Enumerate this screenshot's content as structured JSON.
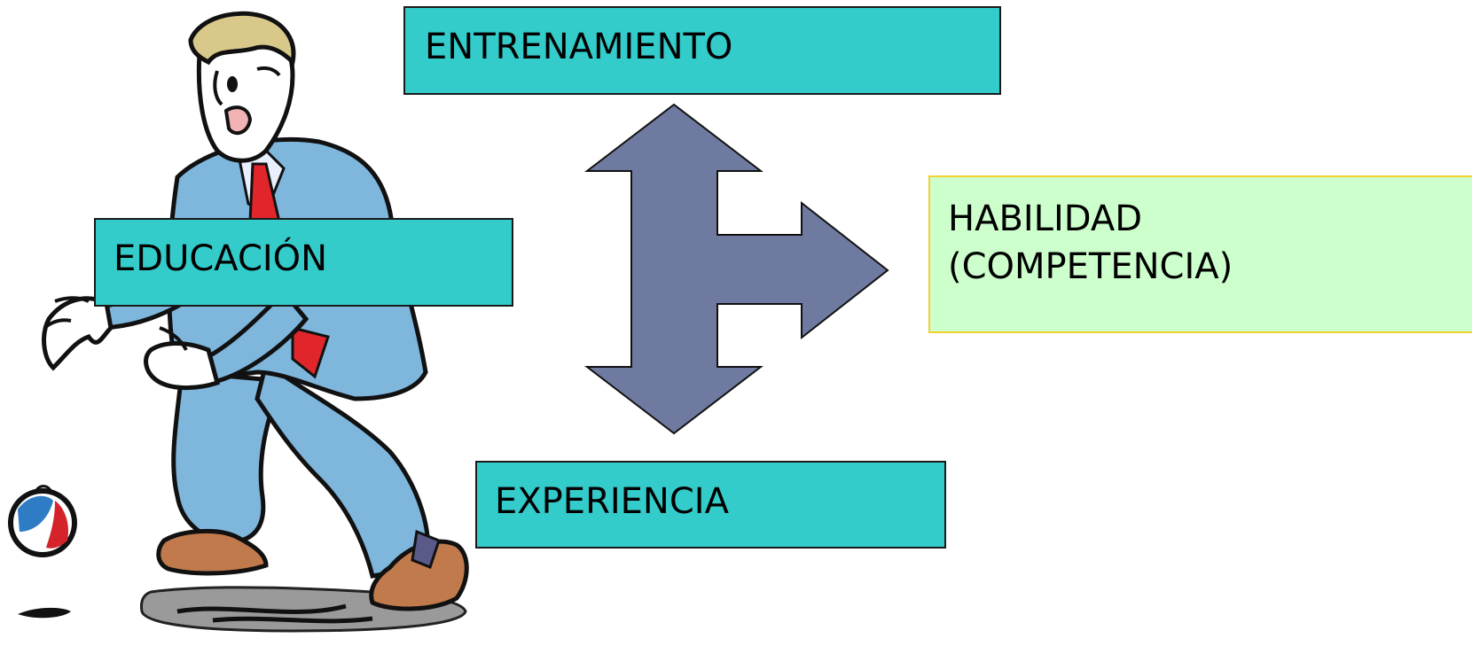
{
  "boxes": {
    "entrenamiento": {
      "label": "ENTRENAMIENTO"
    },
    "educacion": {
      "label": "EDUCACIÓN"
    },
    "experiencia": {
      "label": "EXPERIENCIA"
    },
    "habilidad": {
      "line1": "HABILIDAD",
      "line2": "(COMPETENCIA)"
    }
  },
  "colors": {
    "teal_box": "#34cbcb",
    "green_box": "#ccffcc",
    "green_border": "#f2d02f",
    "arrow_fill": "#6f7aa0",
    "suit": "#7fb6dc",
    "tie": "#e0262b",
    "shoe": "#c17a4c"
  },
  "icons": {
    "clipart": "bowling-businessman-icon",
    "arrow": "three-way-arrow-icon"
  }
}
